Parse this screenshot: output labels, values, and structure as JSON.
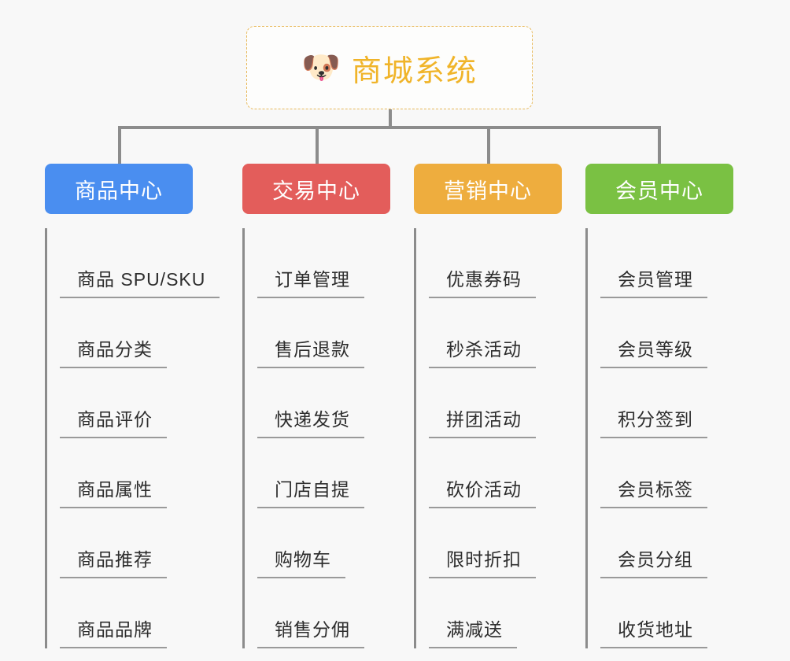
{
  "background_color": "#f8f8f8",
  "root": {
    "emoji": "🐶",
    "emoji_name": "dog-face-emoji",
    "title": "商城系统",
    "border_color": "#e8b95a",
    "text_color": "#f0b429"
  },
  "connector_color": "#8c8c8c",
  "columns": [
    {
      "id": "product-center",
      "label": "商品中心",
      "color": "#4a8ef0",
      "items": [
        "商品 SPU/SKU",
        "商品分类",
        "商品评价",
        "商品属性",
        "商品推荐",
        "商品品牌"
      ]
    },
    {
      "id": "trade-center",
      "label": "交易中心",
      "color": "#e35d5b",
      "items": [
        "订单管理",
        "售后退款",
        "快递发货",
        "门店自提",
        "购物车",
        "销售分佣"
      ]
    },
    {
      "id": "marketing-center",
      "label": "营销中心",
      "color": "#eead3e",
      "items": [
        "优惠券码",
        "秒杀活动",
        "拼团活动",
        "砍价活动",
        "限时折扣",
        "满减送"
      ]
    },
    {
      "id": "member-center",
      "label": "会员中心",
      "color": "#7ac143",
      "items": [
        "会员管理",
        "会员等级",
        "积分签到",
        "会员标签",
        "会员分组",
        "收货地址"
      ]
    }
  ]
}
